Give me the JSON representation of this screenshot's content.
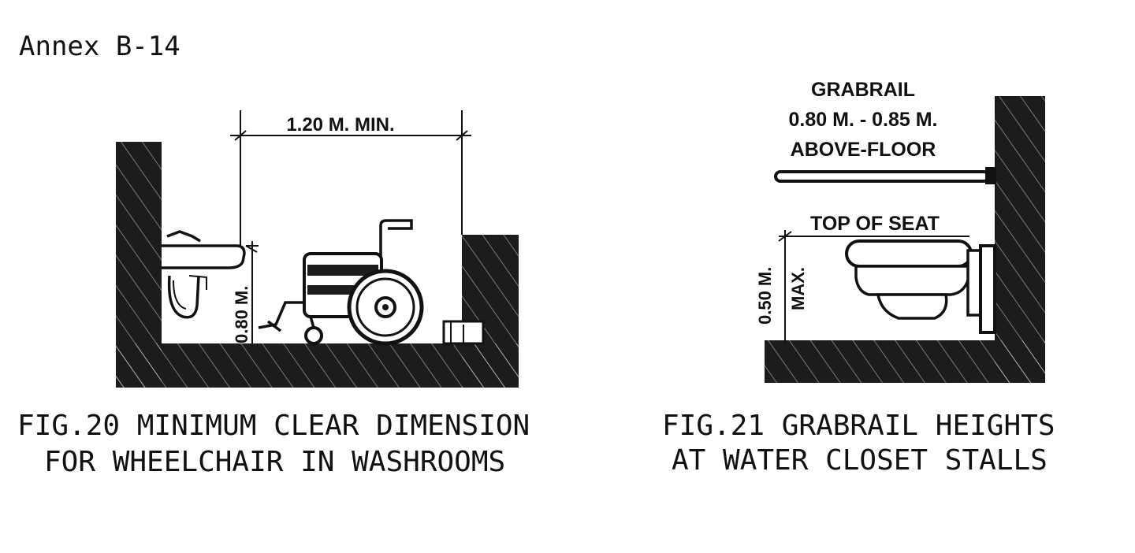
{
  "header": {
    "annex": "Annex B-14"
  },
  "fig20": {
    "dimension_width": "1.20 M. MIN.",
    "dimension_height": "0.80 M.",
    "caption_line1": "FIG.20 MINIMUM CLEAR DIMENSION",
    "caption_line2": "FOR WHEELCHAIR IN WASHROOMS"
  },
  "fig21": {
    "grabrail_line1": "GRABRAIL",
    "grabrail_line2": "0.80 M. - 0.85 M.",
    "grabrail_line3": "ABOVE-FLOOR",
    "top_of_seat": "TOP OF SEAT",
    "seat_height_line1": "0.50 M.",
    "seat_height_line2": "MAX.",
    "caption_line1": "FIG.21 GRABRAIL HEIGHTS",
    "caption_line2": "AT WATER CLOSET STALLS"
  }
}
